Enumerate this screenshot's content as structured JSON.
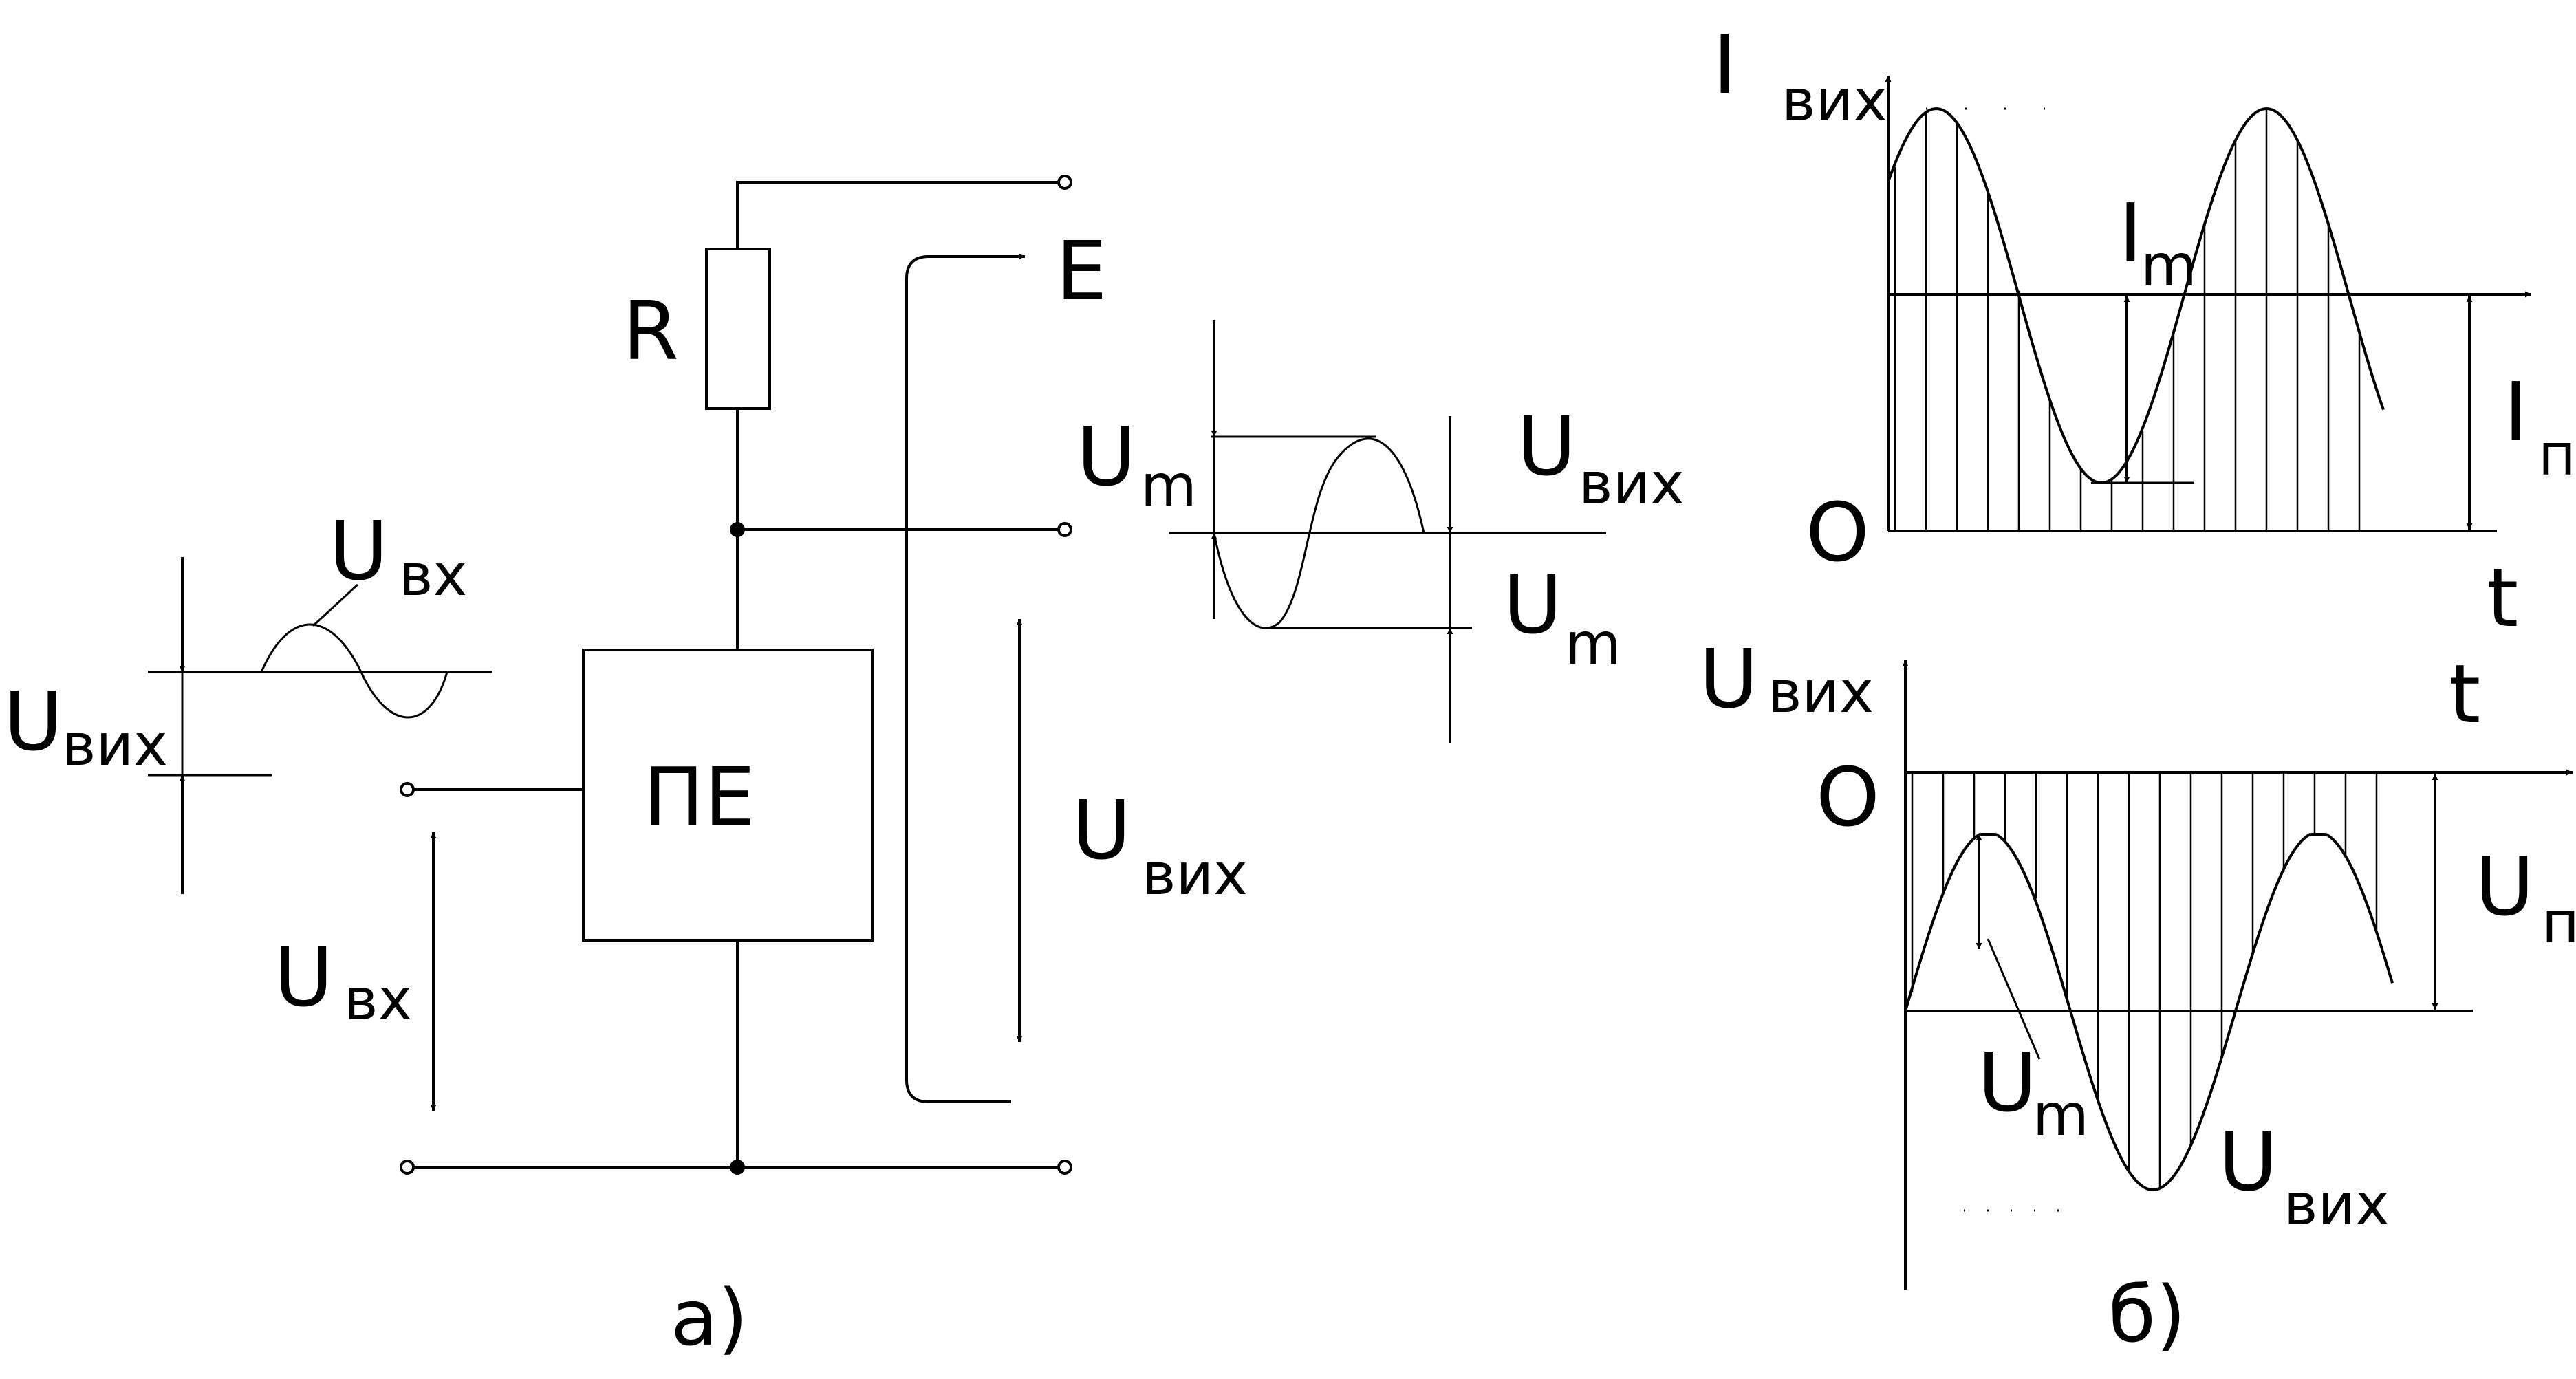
{
  "circuit": {
    "resistor_label": "R",
    "supply_label": "E",
    "block_label": "ПЕ",
    "output_amplitude": {
      "main": "U",
      "sub": "m"
    },
    "output_signal": {
      "main": "U",
      "sub": "вих"
    },
    "output_amplitude_lower": {
      "main": "U",
      "sub": "m"
    },
    "input_signal_top": {
      "main": "U",
      "sub": "вх"
    },
    "input_level_left": {
      "main": "U",
      "sub": "вих"
    },
    "input_voltage": {
      "main": "U",
      "sub": "вх"
    },
    "output_voltage": {
      "main": "U",
      "sub": "вих"
    },
    "caption": "а)"
  },
  "current_graph": {
    "y_axis": {
      "main": "I",
      "sub": "вих"
    },
    "x_axis": "t",
    "origin": "O",
    "amplitude": {
      "main": "I",
      "sub": "m"
    },
    "quiescent": {
      "main": "I",
      "sub": "п"
    }
  },
  "voltage_graph": {
    "y_axis": {
      "main": "U",
      "sub": "вих"
    },
    "x_axis": "t",
    "origin": "O",
    "quiescent": {
      "main": "U",
      "sub": "п"
    },
    "amplitude": {
      "main": "U",
      "sub": "m"
    },
    "curve_label": {
      "main": "U",
      "sub": "вих"
    },
    "caption": "б)"
  }
}
